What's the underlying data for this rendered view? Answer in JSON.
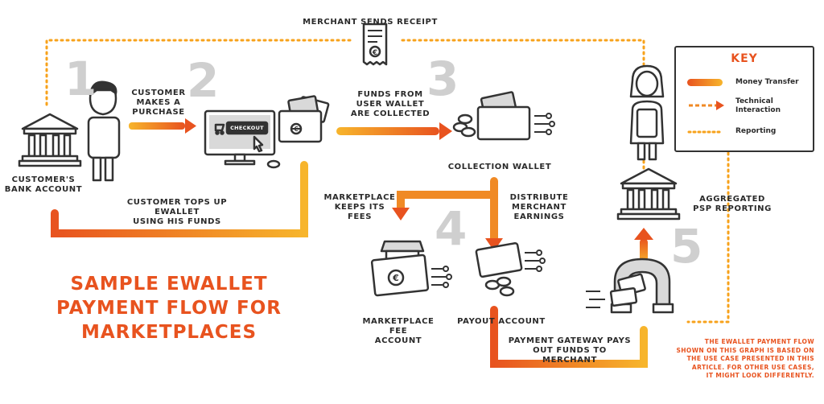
{
  "title": "SAMPLE EWALLET\nPAYMENT FLOW FOR\nMARKETPLACES",
  "title_lines": [
    "SAMPLE EWALLET",
    "PAYMENT FLOW FOR",
    "MARKETPLACES"
  ],
  "steps": [
    "1",
    "2",
    "3",
    "4",
    "5"
  ],
  "labels": {
    "merchant_sends_receipt": "MERCHANT SENDS RECEIPT",
    "customer_makes_purchase": [
      "CUSTOMER",
      "MAKES A",
      "PURCHASE"
    ],
    "funds_from_wallet": [
      "FUNDS FROM",
      "USER WALLET",
      "ARE COLLECTED"
    ],
    "customers_bank_account": [
      "CUSTOMER'S",
      "BANK ACCOUNT"
    ],
    "customer_tops_up": [
      "CUSTOMER TOPS UP EWALLET",
      "USING HIS FUNDS"
    ],
    "collection_wallet": "COLLECTION WALLET",
    "marketplace_keeps_fees": [
      "MARKETPLACE",
      "KEEPS ITS",
      "FEES"
    ],
    "distribute_earnings": [
      "DISTRIBUTE",
      "MERCHANT",
      "EARNINGS"
    ],
    "aggregated_psp": [
      "AGGREGATED",
      "PSP REPORTING"
    ],
    "marketplace_fee_account": [
      "MARKETPLACE FEE",
      "ACCOUNT"
    ],
    "payout_account": "PAYOUT ACCOUNT",
    "gateway_pays": [
      "PAYMENT GATEWAY PAYS",
      "OUT FUNDS TO MERCHANT"
    ],
    "checkout": "CHECKOUT"
  },
  "key": {
    "title": "KEY",
    "items": [
      "Money Transfer",
      "Technical\nInteraction",
      "Reporting"
    ],
    "item_lines": [
      [
        "Money Transfer"
      ],
      [
        "Technical",
        "Interaction"
      ],
      [
        "Reporting"
      ]
    ]
  },
  "note_lines": [
    "THE EWALLET PAYMENT FLOW",
    "SHOWN ON THIS GRAPH IS BASED ON",
    "THE USE CASE PRESENTED IN THIS",
    "ARTICLE. FOR OTHER USE CASES,",
    "IT MIGHT LOOK DIFFERENTLY."
  ],
  "colors": {
    "accent": "#e8531f",
    "arrow_start": "#f7b52c",
    "arrow_end": "#e8531f",
    "step_number": "#cfcfcf",
    "outline": "#333333",
    "dots": "#f7a21b"
  },
  "icons": [
    "bank-icon",
    "customer-icon",
    "computer-icon",
    "wallet-icon",
    "receipt-icon",
    "merchant-icon",
    "marketplace-wallet-icon",
    "payout-card-icon",
    "gateway-magnet-icon",
    "euro-icon"
  ]
}
